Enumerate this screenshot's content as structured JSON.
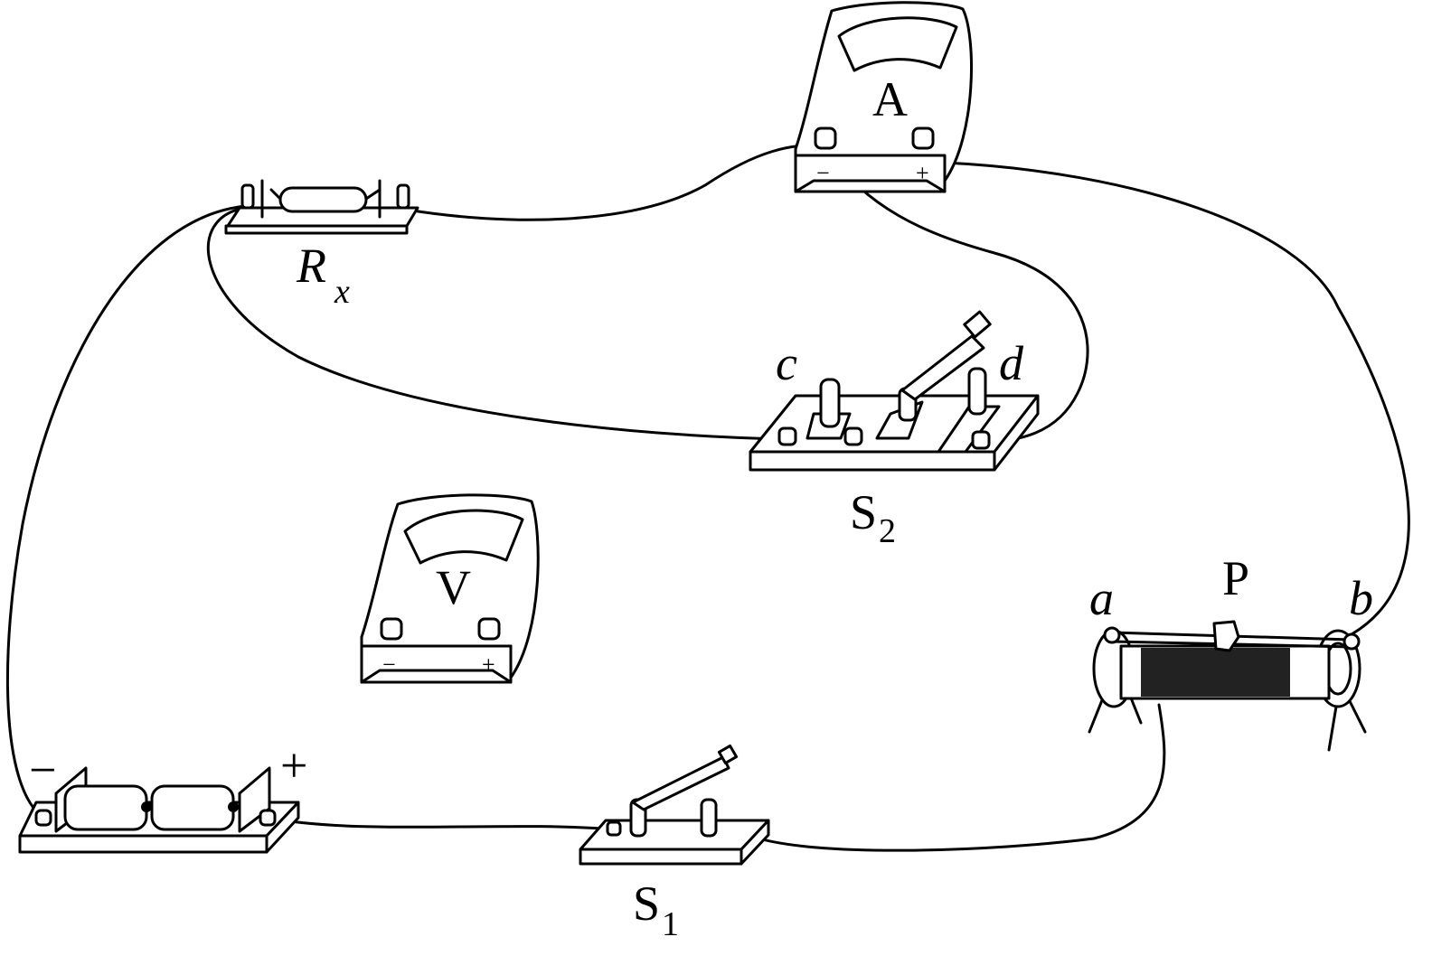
{
  "ammeter": {
    "label": "A",
    "minus": "−",
    "plus": "+"
  },
  "voltmeter": {
    "label": "V",
    "minus": "−",
    "plus": "+"
  },
  "resistor": {
    "label": "R",
    "subscript": "x"
  },
  "switch2": {
    "label": "S",
    "subscript": "2",
    "terminal_c": "c",
    "terminal_d": "d"
  },
  "switch1": {
    "label": "S",
    "subscript": "1"
  },
  "rheostat": {
    "terminal_a": "a",
    "slider": "P",
    "terminal_b": "b"
  },
  "battery": {
    "minus": "−",
    "plus": "+"
  }
}
